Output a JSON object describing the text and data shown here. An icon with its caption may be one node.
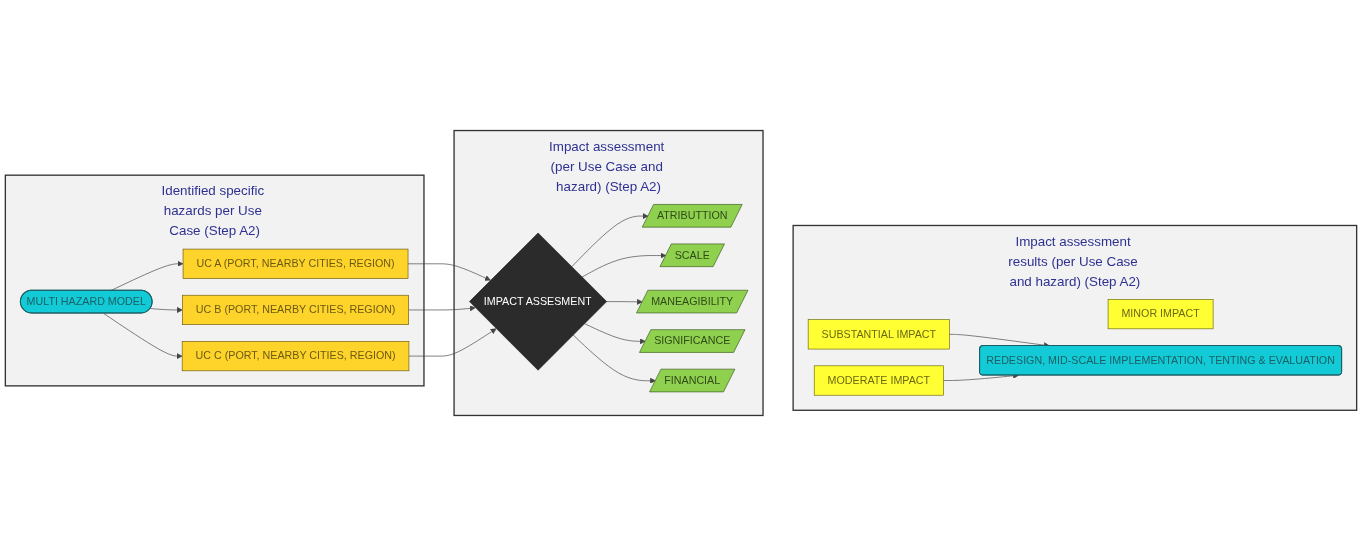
{
  "diagram": {
    "nodes": [
      {
        "text": [
          "Identified specific hazards per Use Case (Step A2)"
        ]
      },
      {
        "text": [
          "MULTI HAZARD MODEL"
        ],
        "in": 0
      },
      {
        "text": [
          "UC A (PORT, NEARBY CITIES, REGION)"
        ],
        "in": 0
      },
      {
        "text": [
          "UC B (PORT, NEARBY CITIES, REGION)"
        ],
        "in": 0
      },
      {
        "text": [
          "UC C (PORT, NEARBY CITIES, REGION)"
        ],
        "in": 0
      },
      {
        "text": [
          "Impact assessment (per Use Case and hazard) (Step A2)"
        ]
      },
      {
        "text": [
          "IMPACT ASSESMENT"
        ],
        "in": 5
      },
      {
        "text": [
          "ATRIBUTTION"
        ],
        "in": 5
      },
      {
        "text": [
          "SCALE"
        ],
        "in": 5
      },
      {
        "text": [
          "MANEAGIBILITY"
        ],
        "in": 5
      },
      {
        "text": [
          "SIGNIFICANCE"
        ],
        "in": 5
      },
      {
        "text": [
          "FINANCIAL"
        ],
        "in": 5
      },
      {
        "text": [
          "Impact assessment results (per Use Case and hazard) (Step A2)"
        ]
      },
      {
        "text": [
          "SUBSTANTIAL IMPACT"
        ],
        "in": 12
      },
      {
        "text": [
          "MODERATE IMPACT"
        ],
        "in": 12
      },
      {
        "text": [
          "MINOR IMPACT"
        ],
        "in": 12
      },
      {
        "text": [
          "REDESIGN, MID-SCALE IMPLEMENTATION, TENTING & EVALUATION"
        ],
        "in": 12
      }
    ],
    "edges": [
      {
        "from": 1,
        "to": 2,
        "arrow": "to"
      },
      {
        "from": 1,
        "to": 3,
        "arrow": "to"
      },
      {
        "from": 1,
        "to": 4,
        "arrow": "to"
      },
      {
        "from": 2,
        "to": 6,
        "arrow": "to"
      },
      {
        "from": 3,
        "to": 6,
        "arrow": "to"
      },
      {
        "from": 4,
        "to": 6,
        "arrow": "to"
      },
      {
        "from": 6,
        "to": 7,
        "arrow": "to"
      },
      {
        "from": 6,
        "to": 8,
        "arrow": "to"
      },
      {
        "from": 6,
        "to": 9,
        "arrow": "to"
      },
      {
        "from": 6,
        "to": 10,
        "arrow": "to"
      },
      {
        "from": 6,
        "to": 11,
        "arrow": "to"
      },
      {
        "from": 13,
        "to": 16,
        "arrow": "to"
      },
      {
        "from": 14,
        "to": 16,
        "arrow": "to"
      }
    ]
  }
}
